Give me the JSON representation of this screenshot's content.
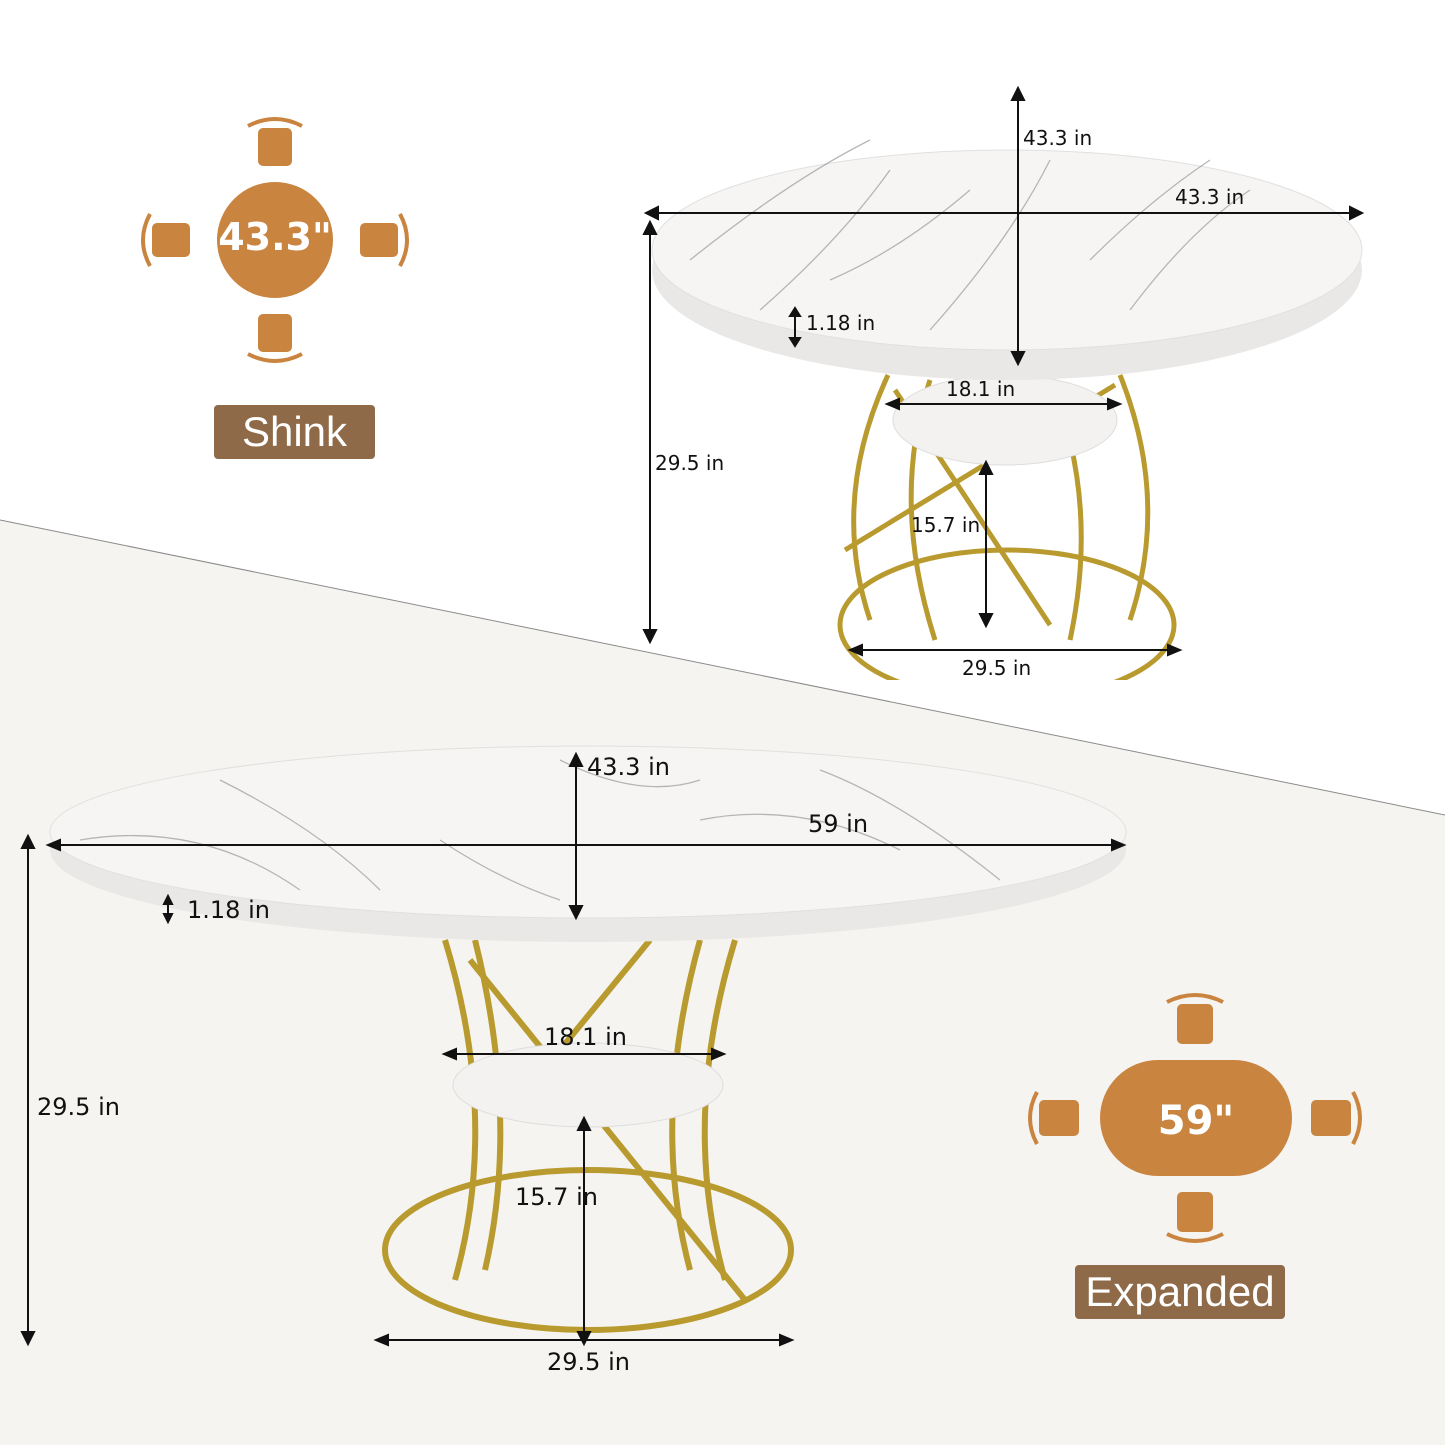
{
  "colors": {
    "chair": "#C9843F",
    "table": "#C9843F",
    "badge": "#8E6A48",
    "gold": "#B89A2E",
    "marble": "#F3F2F0",
    "lower_bg": "#F5F4F1"
  },
  "shrink": {
    "diagram_label": "43.3\"",
    "badge": "Shink"
  },
  "expanded": {
    "diagram_label": "59\"",
    "badge": "Expanded"
  },
  "top_view": {
    "depth": "43.3 in",
    "width": "43.3 in",
    "thickness": "1.18 in",
    "shelf": "18.1 in",
    "height": "29.5 in",
    "shelf_height": "15.7 in",
    "base": "29.5 in"
  },
  "bottom_view": {
    "depth": "43.3 in",
    "width": "59 in",
    "thickness": "1.18 in",
    "shelf": "18.1 in",
    "height": "29.5 in",
    "shelf_height": "15.7 in",
    "base": "29.5 in"
  }
}
